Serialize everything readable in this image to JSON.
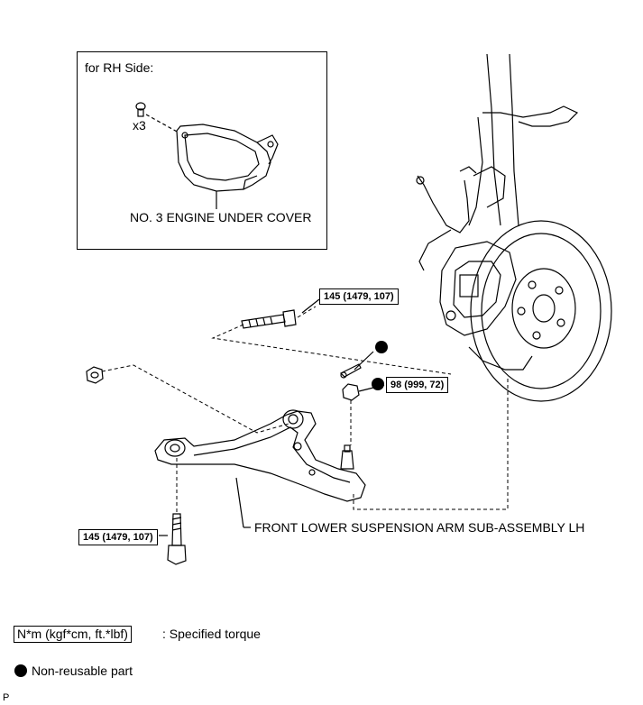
{
  "inset": {
    "title": "for RH Side:",
    "quantity": "x3",
    "part_label": "NO. 3 ENGINE UNDER COVER"
  },
  "torques": {
    "upper_bolt": "145 (1479, 107)",
    "ball_joint_nut": "98 (999, 72)",
    "lower_bolt": "145 (1479, 107)"
  },
  "labels": {
    "arm": "FRONT LOWER SUSPENSION ARM SUB-ASSEMBLY LH"
  },
  "legend": {
    "torque_units": "N*m (kgf*cm, ft.*lbf)",
    "torque_desc": ": Specified torque",
    "nonreusable_desc": "Non-reusable part"
  },
  "footer": {
    "code": "P"
  }
}
